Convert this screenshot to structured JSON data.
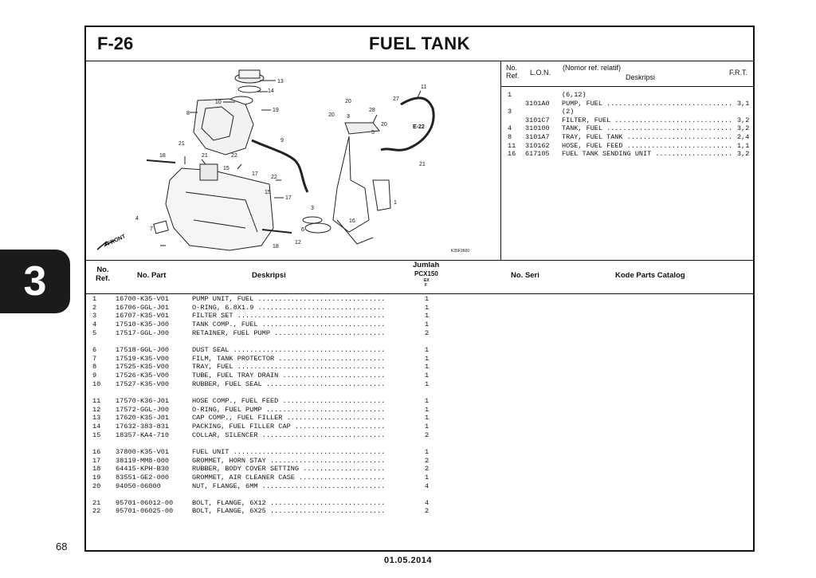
{
  "page": {
    "section_tab": "3",
    "page_number": "68",
    "footer_date": "01.05.2014"
  },
  "header": {
    "figure_code": "F-26",
    "title": "FUEL TANK"
  },
  "diagram": {
    "callouts": [
      "13",
      "14",
      "10",
      "19",
      "8",
      "20",
      "27",
      "11",
      "20",
      "28",
      "20",
      "5",
      "E-22",
      "3",
      "21",
      "9",
      "18",
      "21",
      "22",
      "15",
      "17",
      "22",
      "15",
      "17",
      "21",
      "1",
      "3",
      "16",
      "4",
      "7",
      "6",
      "12",
      "18",
      "FRONT",
      "K35F2600"
    ]
  },
  "reference_table": {
    "headers": {
      "no_ref": "No.\nRef.",
      "lon": "L.O.N.",
      "nomor": "(Nomor ref. relatif)",
      "deskripsi": "Deskripsi",
      "frt": "F.R.T."
    },
    "rows": [
      {
        "ref": "1",
        "lon": "",
        "desc": "(6,12)",
        "frt": ""
      },
      {
        "ref": "",
        "lon": "3101A0",
        "desc": "PUMP, FUEL ...............................",
        "frt": "3,1"
      },
      {
        "ref": "3",
        "lon": "",
        "desc": "(2)",
        "frt": ""
      },
      {
        "ref": "",
        "lon": "3101C7",
        "desc": "FILTER, FUEL .............................",
        "frt": "3,2"
      },
      {
        "ref": "4",
        "lon": "310100",
        "desc": "TANK, FUEL ...............................",
        "frt": "3,2"
      },
      {
        "ref": "8",
        "lon": "3101A7",
        "desc": "TRAY, FUEL TANK ..........................",
        "frt": "2,4"
      },
      {
        "ref": "11",
        "lon": "310162",
        "desc": "HOSE, FUEL FEED ..........................",
        "frt": "1,1"
      },
      {
        "ref": "16",
        "lon": "617105",
        "desc": "FUEL TANK SENDING UNIT ...................",
        "frt": "3,2"
      }
    ]
  },
  "parts_table": {
    "headers": {
      "no_ref": "No.\nRef.",
      "no_part": "No. Part",
      "deskripsi": "Deskripsi",
      "jumlah": "Jumlah",
      "model": "PCX150",
      "sub1": "EX",
      "sub2": "F",
      "no_seri": "No. Seri",
      "kode": "Kode Parts Catalog"
    },
    "groups": [
      [
        {
          "ref": "1",
          "part": "16700-K35-V01",
          "desc": "PUMP UNIT, FUEL ...............................",
          "qty": "1"
        },
        {
          "ref": "2",
          "part": "16706-GGL-J01",
          "desc": "O-RING, 6.8X1.9 ...............................",
          "qty": "1"
        },
        {
          "ref": "3",
          "part": "16707-K35-V01",
          "desc": "FILTER SET ....................................",
          "qty": "1"
        },
        {
          "ref": "4",
          "part": "17510-K35-J00",
          "desc": "TANK COMP., FUEL ..............................",
          "qty": "1"
        },
        {
          "ref": "5",
          "part": "17517-GGL-J00",
          "desc": "RETAINER, FUEL PUMP ...........................",
          "qty": "2"
        }
      ],
      [
        {
          "ref": "6",
          "part": "17518-GGL-J00",
          "desc": "DUST SEAL .....................................",
          "qty": "1"
        },
        {
          "ref": "7",
          "part": "17519-K35-V00",
          "desc": "FILM, TANK PROTECTOR ..........................",
          "qty": "1"
        },
        {
          "ref": "8",
          "part": "17525-K35-V00",
          "desc": "TRAY, FUEL ....................................",
          "qty": "1"
        },
        {
          "ref": "9",
          "part": "17526-K35-V00",
          "desc": "TUBE, FUEL TRAY DRAIN .........................",
          "qty": "1"
        },
        {
          "ref": "10",
          "part": "17527-K35-V00",
          "desc": "RUBBER, FUEL SEAL .............................",
          "qty": "1"
        }
      ],
      [
        {
          "ref": "11",
          "part": "17570-K36-J01",
          "desc": "HOSE COMP., FUEL FEED .........................",
          "qty": "1"
        },
        {
          "ref": "12",
          "part": "17572-GGL-J00",
          "desc": "O-RING, FUEL PUMP .............................",
          "qty": "1"
        },
        {
          "ref": "13",
          "part": "17620-K35-J01",
          "desc": "CAP COMP., FUEL FILLER ........................",
          "qty": "1"
        },
        {
          "ref": "14",
          "part": "17632-383-831",
          "desc": "PACKING, FUEL FILLER CAP ......................",
          "qty": "1"
        },
        {
          "ref": "15",
          "part": "18357-KA4-710",
          "desc": "COLLAR, SILENCER ..............................",
          "qty": "2"
        }
      ],
      [
        {
          "ref": "16",
          "part": "37800-K35-V01",
          "desc": "FUEL UNIT .....................................",
          "qty": "1"
        },
        {
          "ref": "17",
          "part": "38119-MM8-000",
          "desc": "GROMMET, HORN STAY ............................",
          "qty": "2"
        },
        {
          "ref": "18",
          "part": "64415-KPH-B30",
          "desc": "RUBBER, BODY COVER SETTING ....................",
          "qty": "2"
        },
        {
          "ref": "19",
          "part": "83551-GE2-000",
          "desc": "GROMMET, AIR CLEANER CASE .....................",
          "qty": "1"
        },
        {
          "ref": "20",
          "part": "94050-06000",
          "desc": "NUT, FLANGE, 6MM ..............................",
          "qty": "4"
        }
      ],
      [
        {
          "ref": "21",
          "part": "95701-06012-00",
          "desc": "BOLT, FLANGE, 6X12 ............................",
          "qty": "4"
        },
        {
          "ref": "22",
          "part": "95701-06025-00",
          "desc": "BOLT, FLANGE, 6X25 ............................",
          "qty": "2"
        }
      ]
    ]
  }
}
